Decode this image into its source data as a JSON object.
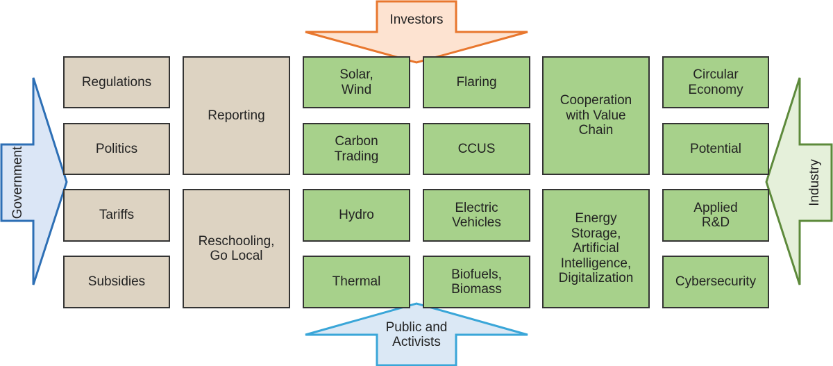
{
  "arrows": {
    "top": {
      "label": "Investors",
      "fill": "#fde3d1",
      "stroke": "#e8772e"
    },
    "bottom": {
      "label": "Public and\nActivists",
      "fill": "#dbe8f5",
      "stroke": "#3aa6d8"
    },
    "left": {
      "label": "Government",
      "fill": "#dbe6f6",
      "stroke": "#2d6fb5"
    },
    "right": {
      "label": "Industry",
      "fill": "#e5f0da",
      "stroke": "#5d8a3b"
    }
  },
  "columns": {
    "policy": [
      "Regulations",
      "Politics",
      "Tariffs",
      "Subsidies"
    ],
    "reporting": [
      "Reporting",
      "Reschooling,\nGo Local"
    ],
    "energy_a": [
      "Solar,\nWind",
      "Carbon\nTrading",
      "Hydro",
      "Thermal"
    ],
    "energy_b": [
      "Flaring",
      "CCUS",
      "Electric\nVehicles",
      "Biofuels,\nBiomass"
    ],
    "cooperation": [
      "Cooperation\nwith Value\nChain",
      "Energy\nStorage,\nArtificial\nIntelligence,\nDigitalization"
    ],
    "industry": [
      "Circular\nEconomy",
      "Potential",
      "Applied\nR&D",
      "Cybersecurity"
    ]
  },
  "colors": {
    "tan": "#ddd3c2",
    "green": "#a7d18b",
    "border": "#333333"
  }
}
